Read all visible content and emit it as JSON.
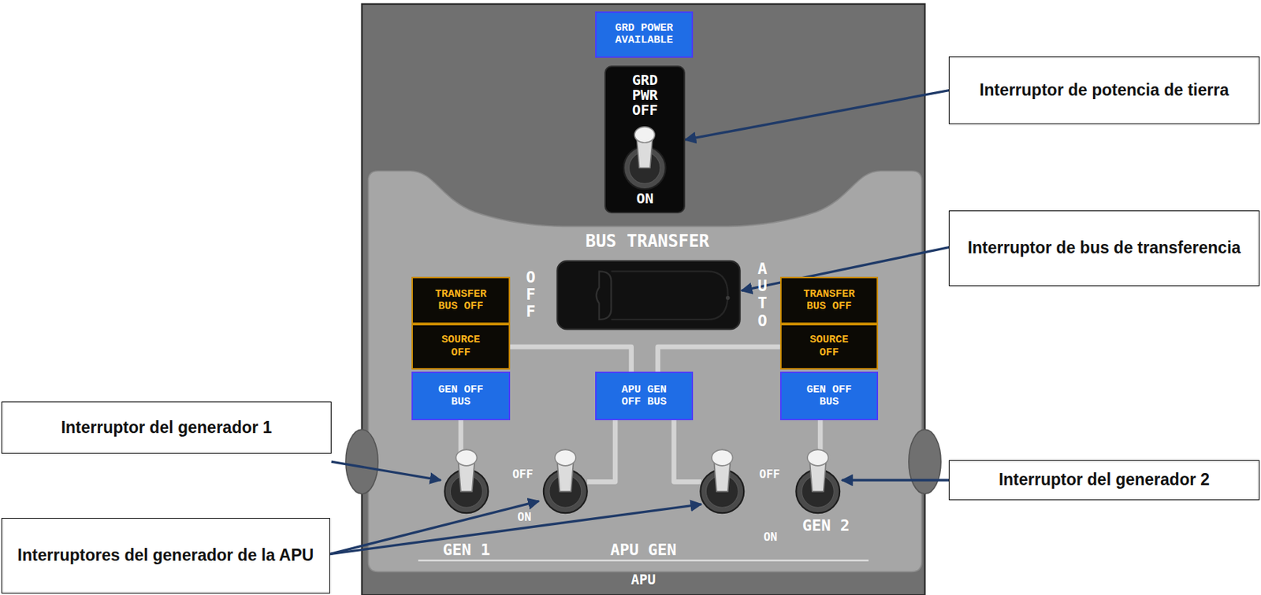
{
  "diagram": {
    "nodes": [
      {
        "text": [
          "GRD POWER AVAILABLE"
        ]
      },
      {
        "text": [
          "Interruptor de potencia de tierra"
        ]
      },
      {
        "text": [
          "GRD PWR OFF",
          "ON"
        ]
      },
      {
        "text": [
          "Interruptor de bus de transferencia"
        ]
      },
      {
        "text": [
          "TRANSFER BUS OFF"
        ]
      },
      {
        "text": [
          "TRANSFER BUS OFF"
        ]
      },
      {
        "text": [
          "SOURCE OFF"
        ]
      },
      {
        "text": [
          "SOURCE OFF"
        ]
      },
      {
        "text": [
          "GEN OFF BUS"
        ]
      },
      {
        "text": [
          "APU GEN OFF BUS"
        ]
      },
      {
        "text": [
          "GEN OFF BUS"
        ]
      },
      {
        "text": [
          "Interruptor del generador 1"
        ]
      },
      {
        "text": [
          "Interruptor del generador 2"
        ]
      },
      {
        "text": [
          "Interruptores del generador de la APU"
        ]
      }
    ],
    "edges": [
      {
        "from": 1,
        "to": 2,
        "arrow": "to"
      }
    ],
    "labels": [
      "BUS TRANSFER",
      "OFF",
      "AUTO",
      "OFF",
      "ON",
      "OFF",
      "ON",
      "GEN 1",
      "APU GEN",
      "GEN 2",
      "APU"
    ]
  }
}
